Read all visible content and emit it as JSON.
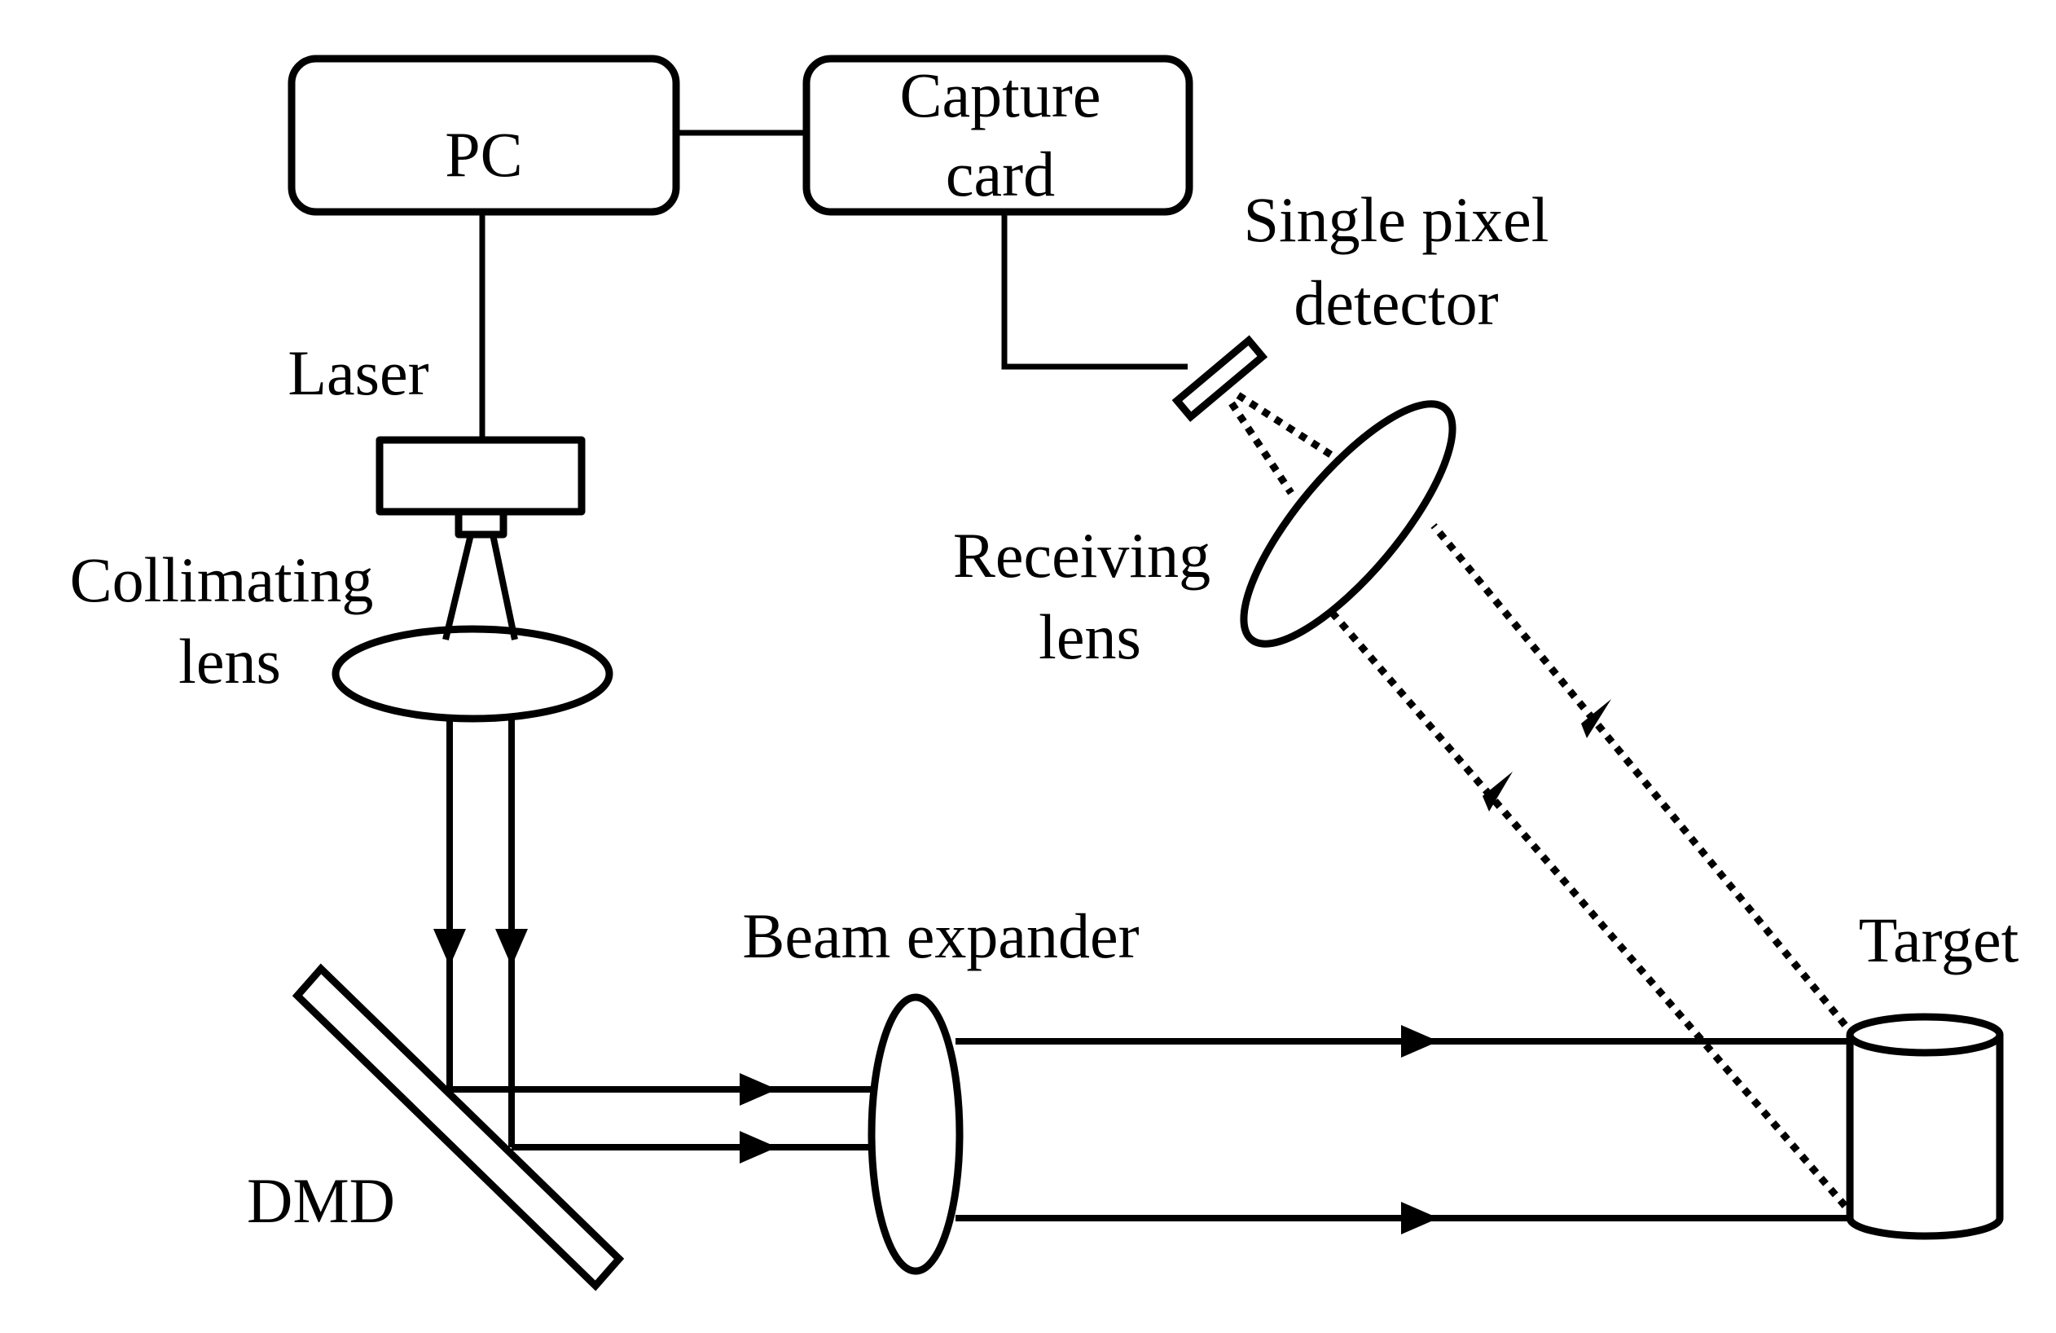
{
  "labels": {
    "pc": "PC",
    "capture_card_line1": "Capture",
    "capture_card_line2": "card",
    "detector_line1": "Single pixel",
    "detector_line2": "detector",
    "laser": "Laser",
    "collimating_line1": "Collimating",
    "collimating_line2": "lens",
    "receiving_line1": "Receiving",
    "receiving_line2": "lens",
    "beam_expander": "Beam expander",
    "target": "Target",
    "dmd": "DMD"
  }
}
